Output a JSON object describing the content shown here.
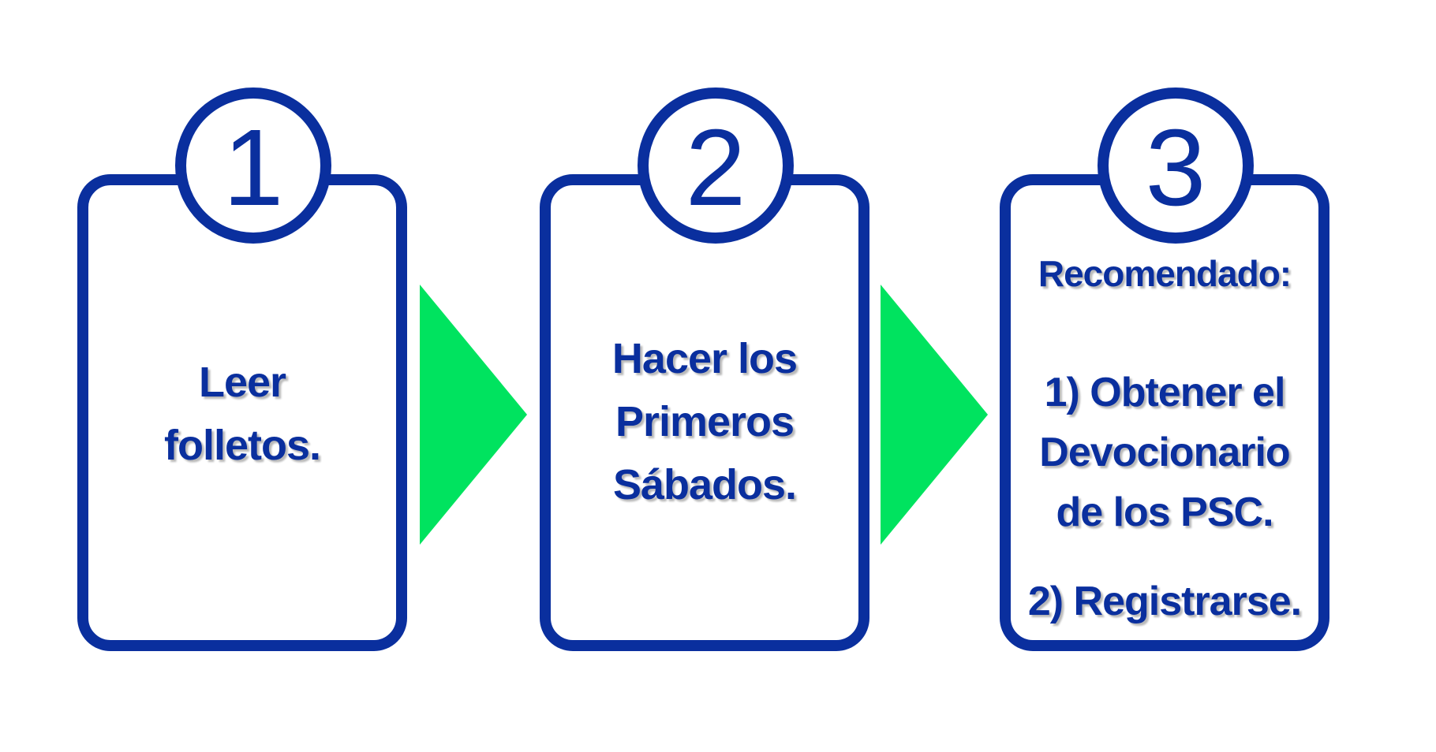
{
  "colors": {
    "primary": "#0a2f9e",
    "accent": "#00e35f",
    "background": "#ffffff"
  },
  "steps": [
    {
      "number": "1",
      "lines": [
        "Leer",
        "folletos."
      ]
    },
    {
      "number": "2",
      "lines": [
        "Hacer los",
        "Primeros",
        "Sábados."
      ]
    },
    {
      "number": "3",
      "heading": "Recomendado:",
      "item1_lines": [
        "1) Obtener el",
        "Devocionario",
        "de los PSC."
      ],
      "item2": "2) Registrarse."
    }
  ]
}
